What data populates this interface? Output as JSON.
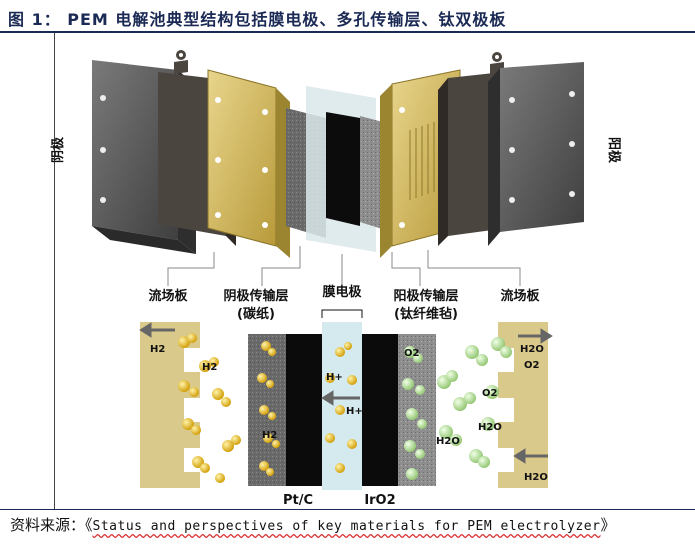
{
  "title": "图 1： PEM 电解池典型结构包括膜电极、多孔传输层、钛双极板",
  "side_labels": {
    "cathode": "阴极",
    "anode": "阳极"
  },
  "component_labels": {
    "flow_plate_left": "流场板",
    "cathode_ptl": "阴极传输层",
    "cathode_ptl_sub": "(碳纸)",
    "mea": "膜电极",
    "anode_ptl": "阳极传输层",
    "anode_ptl_sub": "(钛纤维毡)",
    "flow_plate_right": "流场板"
  },
  "species": {
    "h2": "H2",
    "h_plus": "H+",
    "h2o": "H2O",
    "o2": "O2"
  },
  "catalysts": {
    "cathode": "Pt/C",
    "anode": "IrO2"
  },
  "source": {
    "prefix": "资料来源：《",
    "text": "Status and perspectives of key materials for PEM electrolyzer",
    "suffix": "》"
  },
  "colors": {
    "flow_plate": "#6b6b6b",
    "bipolar": "#4a4440",
    "gold": "#d8c06a",
    "gold_dark": "#b79a36",
    "membrane": "#111111",
    "h2_bubble": "#e3b000",
    "o2_bubble": "#b8e09a"
  }
}
